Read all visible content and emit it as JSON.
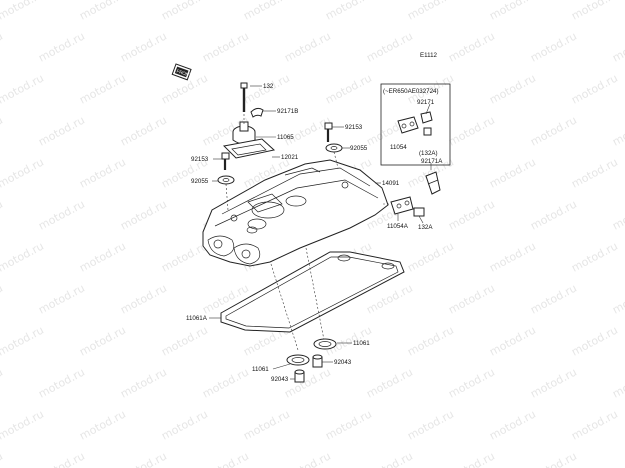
{
  "diagram_code": "E1112",
  "watermark_text": "motod.ru",
  "inset_title": "(~ER650AE032724)",
  "fwd_label": "FRONT",
  "labels": {
    "p132": "132",
    "p92171B": "92171B",
    "p11065": "11065",
    "p92153a": "92153",
    "p92153b": "92153",
    "p92055a": "92055",
    "p92055b": "92055",
    "p12021": "12021",
    "p14091": "14091",
    "p92171": "92171",
    "p11054": "11054",
    "p132A_inset": "(132A)",
    "p92171A": "92171A",
    "p11054A": "11054A",
    "p132A": "132A",
    "p11061A": "11061A",
    "p11061a": "11061",
    "p11061b": "11061",
    "p92043a": "92043",
    "p92043b": "92043"
  },
  "colors": {
    "line": "#222222",
    "watermark": "#e6e6e6",
    "background": "#ffffff"
  }
}
